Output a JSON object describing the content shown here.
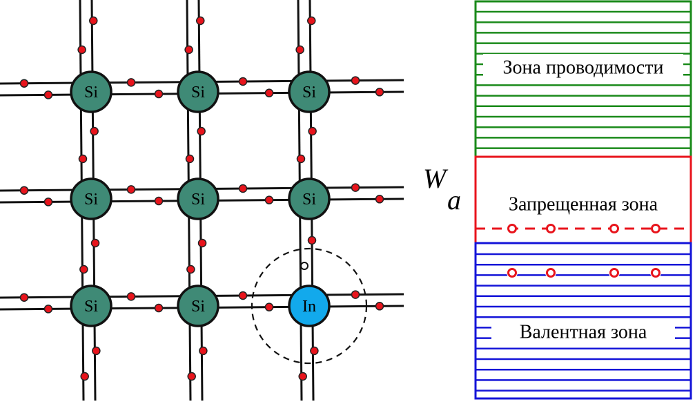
{
  "colors": {
    "si_atom": "#3f8a76",
    "in_atom": "#12a9ec",
    "electron": "#e8141c",
    "bond": "#111111",
    "conduction_band": "#1a8a1a",
    "forbidden_band": "#e8141c",
    "valence_band": "#1414d8"
  },
  "lattice": {
    "atoms": [
      {
        "row": 0,
        "col": 0,
        "symbol": "Si"
      },
      {
        "row": 0,
        "col": 1,
        "symbol": "Si"
      },
      {
        "row": 0,
        "col": 2,
        "symbol": "Si"
      },
      {
        "row": 1,
        "col": 0,
        "symbol": "Si"
      },
      {
        "row": 1,
        "col": 1,
        "symbol": "Si"
      },
      {
        "row": 1,
        "col": 2,
        "symbol": "Si"
      },
      {
        "row": 2,
        "col": 0,
        "symbol": "Si"
      },
      {
        "row": 2,
        "col": 1,
        "symbol": "Si"
      },
      {
        "row": 2,
        "col": 2,
        "symbol": "In"
      }
    ],
    "hole_count": 1
  },
  "energy_diagram": {
    "conduction_band_label": "Зона проводимости",
    "forbidden_band_label": "Запрещенная зона",
    "valence_band_label": "Валентная зона",
    "activation_symbol": "W",
    "activation_subscript": "a",
    "acceptor_level_electrons": 4,
    "valence_band_holes": 4
  }
}
